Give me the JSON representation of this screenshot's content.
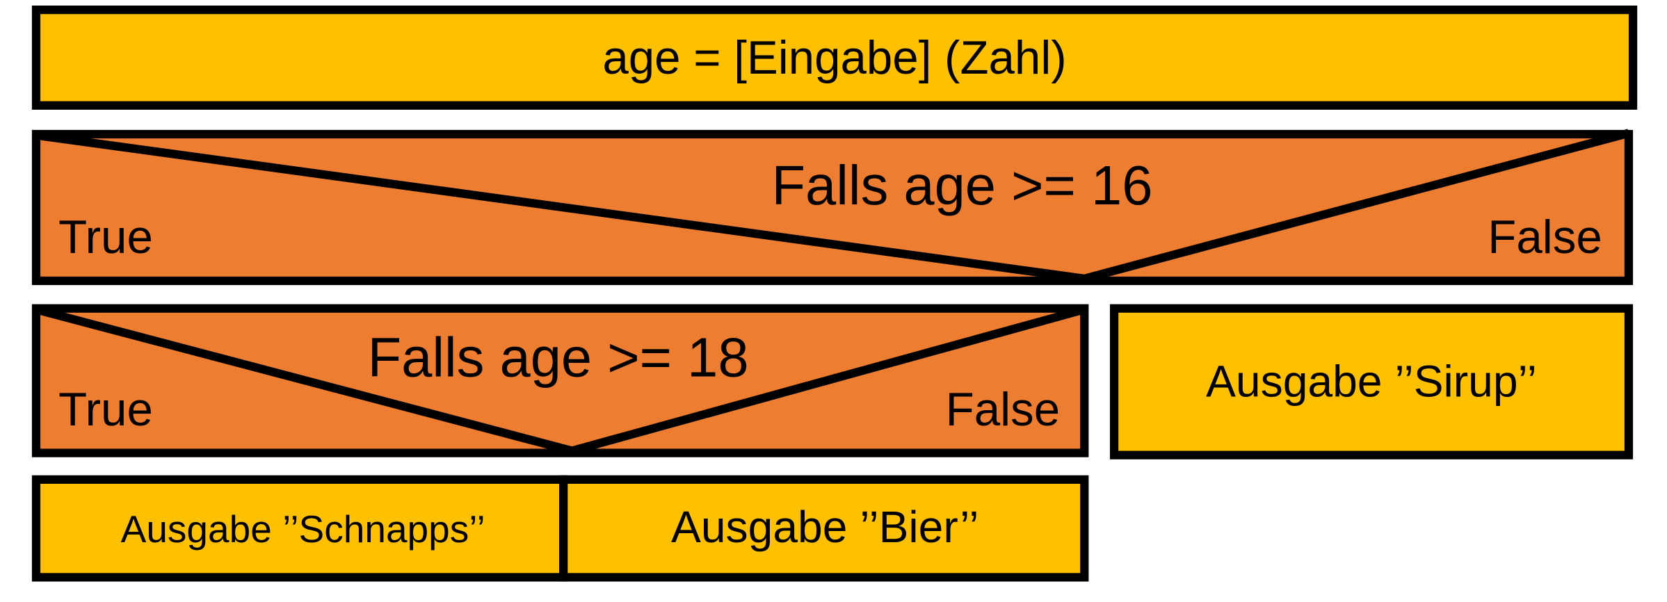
{
  "colors": {
    "yellow": "#FFC000",
    "orange": "#ED7D31",
    "border": "#000000"
  },
  "assignment": {
    "text": "age = [Eingabe] (Zahl)"
  },
  "condition1": {
    "text": "Falls age >= 16",
    "true_label": "True",
    "false_label": "False"
  },
  "condition2": {
    "text": "Falls age >= 18",
    "true_label": "True",
    "false_label": "False"
  },
  "outputs": {
    "sirup": "Ausgabe ’’Sirup’’",
    "schnapps": "Ausgabe ’’Schnapps’’",
    "bier": "Ausgabe ’’Bier’’"
  }
}
